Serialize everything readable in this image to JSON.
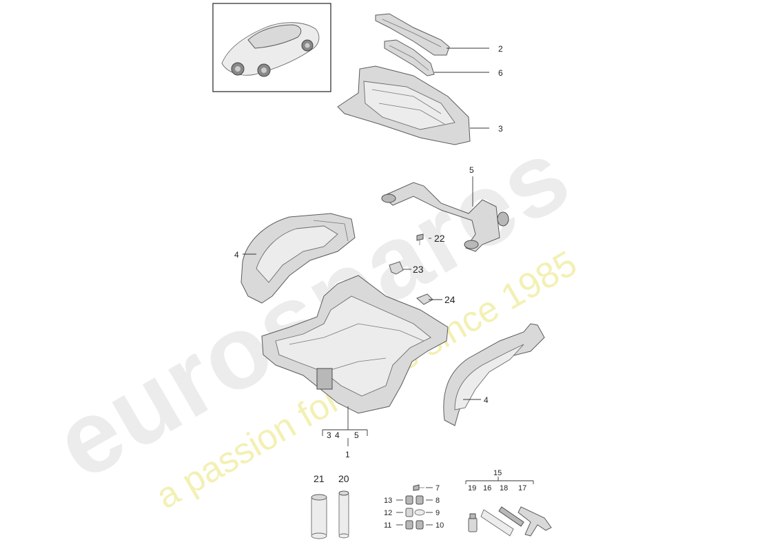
{
  "watermark": {
    "logo": "eurospares",
    "tagline": "a passion for parts since 1985"
  },
  "callouts": {
    "c1": "1",
    "c2": "2",
    "c3": "3",
    "c4a": "4",
    "c4b": "4",
    "c5": "5",
    "c6": "6",
    "c7": "7",
    "c8": "8",
    "c9": "9",
    "c10": "10",
    "c11": "11",
    "c12": "12",
    "c13": "13",
    "c15": "15",
    "c16": "16",
    "c17": "17",
    "c18": "18",
    "c19": "19",
    "c20": "20",
    "c21": "21",
    "c22": "22",
    "c23": "23",
    "c24": "24"
  },
  "group1": {
    "a": "3",
    "b": "4",
    "c": "5"
  },
  "colors": {
    "watermark_logo": "#ececec",
    "watermark_tagline": "#f3f0b4",
    "line": "#333333"
  }
}
